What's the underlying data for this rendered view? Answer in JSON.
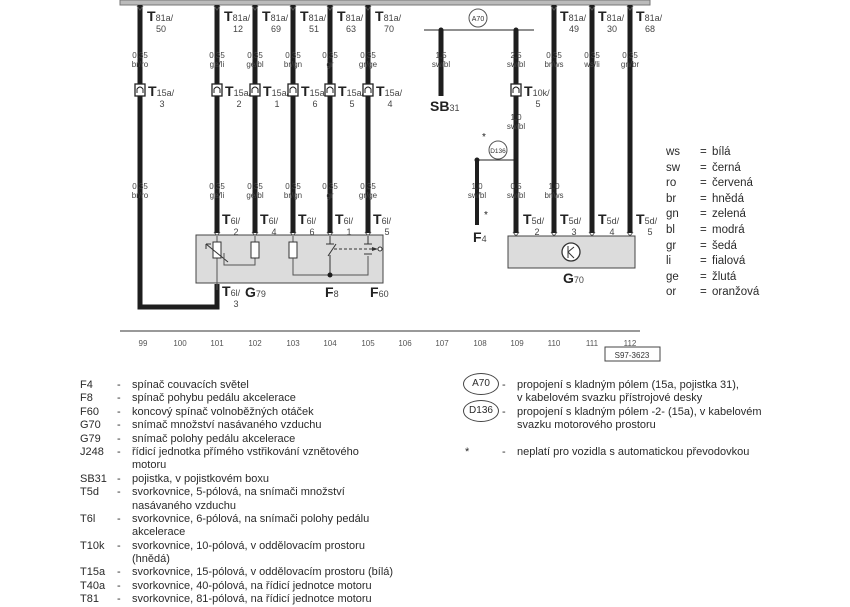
{
  "top_wires": [
    {
      "conn": "81a/",
      "pin": "50",
      "gauge": "0,35",
      "color": "br/ro",
      "mid_conn": "15a/",
      "mid_pin": "3",
      "low_gauge": "0,35",
      "low_color": "br/ro",
      "end_conn": "6l/",
      "end_pin": "3"
    },
    {
      "conn": "81a/",
      "pin": "12",
      "gauge": "0,35",
      "color": "ge/li",
      "mid_conn": "15a/",
      "mid_pin": "2",
      "low_gauge": "0,35",
      "low_color": "ge/li",
      "end_conn": "6l/",
      "end_pin": "2"
    },
    {
      "conn": "81a/",
      "pin": "69",
      "gauge": "0,35",
      "color": "ge/bl",
      "mid_conn": "15a/",
      "mid_pin": "1",
      "low_gauge": "0,35",
      "low_color": "ge/bl",
      "end_conn": "6l/",
      "end_pin": "4"
    },
    {
      "conn": "81a/",
      "pin": "51",
      "gauge": "0,35",
      "color": "br/gn",
      "mid_conn": "15a/",
      "mid_pin": "6",
      "low_gauge": "0,35",
      "low_color": "br/gn",
      "end_conn": "6l/",
      "end_pin": "6"
    },
    {
      "conn": "81a/",
      "pin": "63",
      "gauge": "0,35",
      "color": "gr",
      "mid_conn": "15a/",
      "mid_pin": "5",
      "low_gauge": "0,35",
      "low_color": "gr",
      "end_conn": "6l/",
      "end_pin": "1"
    },
    {
      "conn": "81a/",
      "pin": "70",
      "gauge": "0,35",
      "color": "gr/ge",
      "mid_conn": "15a/",
      "mid_pin": "4",
      "low_gauge": "0,35",
      "low_color": "gr/ge",
      "end_conn": "6l/",
      "end_pin": "5"
    }
  ],
  "right_wires": [
    {
      "conn": "81a/",
      "pin": "49",
      "gauge": "0,35",
      "color": "br/ws",
      "low_gauge": "1,0",
      "low_color": "br/ws",
      "end_conn": "5d/",
      "end_pin": "3"
    },
    {
      "conn": "81a/",
      "pin": "30",
      "gauge": "0,35",
      "color": "ws/li",
      "end_conn": "5d/",
      "end_pin": "4"
    },
    {
      "conn": "81a/",
      "pin": "68",
      "gauge": "0,35",
      "color": "gn/br",
      "end_conn": "5d/",
      "end_pin": "5"
    }
  ],
  "supply": {
    "a70_label": "A70",
    "sb_gauge": "1,5",
    "sb_color": "sw/bl",
    "sb_label": "SB",
    "sb_sub": "31",
    "main_gauge": "2,5",
    "main_color": "sw/bl",
    "t10k_conn": "10k/",
    "t10k_pin": "5",
    "mid_gauge": "1,0",
    "mid_color": "sw/bl",
    "d136_label": "D136",
    "star": "*",
    "f4_gauge": "1,0",
    "f4_color": "sw/bl",
    "f4_label": "F",
    "f4_sub": "4",
    "g70_gauge": "0,5",
    "g70_color": "sw/bl",
    "g70_conn": "5d/",
    "g70_pin": "2"
  },
  "components": {
    "g79": {
      "label": "G",
      "sub": "79"
    },
    "f8": {
      "label": "F",
      "sub": "8"
    },
    "f60": {
      "label": "F",
      "sub": "60"
    },
    "g70": {
      "label": "G",
      "sub": "70"
    }
  },
  "track_numbers": [
    "99",
    "100",
    "101",
    "102",
    "103",
    "104",
    "105",
    "106",
    "107",
    "108",
    "109",
    "110",
    "111",
    "112"
  ],
  "figure_id": "S97-3623",
  "legend_left": [
    {
      "code": "F4",
      "text": "spínač couvacích světel"
    },
    {
      "code": "F8",
      "text": "spínač pohybu pedálu akcelerace"
    },
    {
      "code": "F60",
      "text": "koncový spínač volnoběžných otáček"
    },
    {
      "code": "G70",
      "text": "snímač množství nasávaného vzduchu"
    },
    {
      "code": "G79",
      "text": "snímač polohy pedálu akcelerace"
    },
    {
      "code": "J248",
      "text": "řídicí jednotka přímého vstřikování vznětového"
    },
    {
      "code": "",
      "text": "motoru"
    },
    {
      "code": "SB31",
      "text": "pojistka, v pojistkovém boxu"
    },
    {
      "code": "T5d",
      "text": "svorkovnice, 5-pólová, na snímači množství"
    },
    {
      "code": "",
      "text": "nasávaného vzduchu"
    },
    {
      "code": "T6l",
      "text": "svorkovnice, 6-pólová, na snímači polohy pedálu"
    },
    {
      "code": "",
      "text": "akcelerace"
    },
    {
      "code": "T10k",
      "text": "svorkovnice, 10-pólová, v oddělovacím prostoru"
    },
    {
      "code": "",
      "text": "(hnědá)"
    },
    {
      "code": "T15a",
      "text": "svorkovnice, 15-pólová, v oddělovacím prostoru (bílá)"
    },
    {
      "code": "T40a",
      "text": "svorkovnice, 40-pólová, na řídicí jednotce motoru"
    },
    {
      "code": "T81",
      "text": "svorkovnice, 81-pólová, na řídicí jednotce motoru"
    }
  ],
  "legend_right": [
    {
      "code": "A70",
      "line1": "propojení s kladným pólem (15a, pojistka 31),",
      "line2": "v kabelovém svazku přístrojové desky"
    },
    {
      "code": "D136",
      "line1": "propojení s kladným pólem -2- (15a), v kabelovém",
      "line2": "svazku motorového prostoru"
    },
    {
      "code": "*",
      "line1": "neplatí pro vozidla s automatickou převodovkou"
    }
  ],
  "dash": "-",
  "eq": "=",
  "color_codes": [
    {
      "code": "ws",
      "name": "bílá"
    },
    {
      "code": "sw",
      "name": "černá"
    },
    {
      "code": "ro",
      "name": "červená"
    },
    {
      "code": "br",
      "name": "hnědá"
    },
    {
      "code": "gn",
      "name": "zelená"
    },
    {
      "code": "bl",
      "name": "modrá"
    },
    {
      "code": "gr",
      "name": "šedá"
    },
    {
      "code": "li",
      "name": "fialová"
    },
    {
      "code": "ge",
      "name": "žlutá"
    },
    {
      "code": "or",
      "name": "oranžová"
    }
  ]
}
